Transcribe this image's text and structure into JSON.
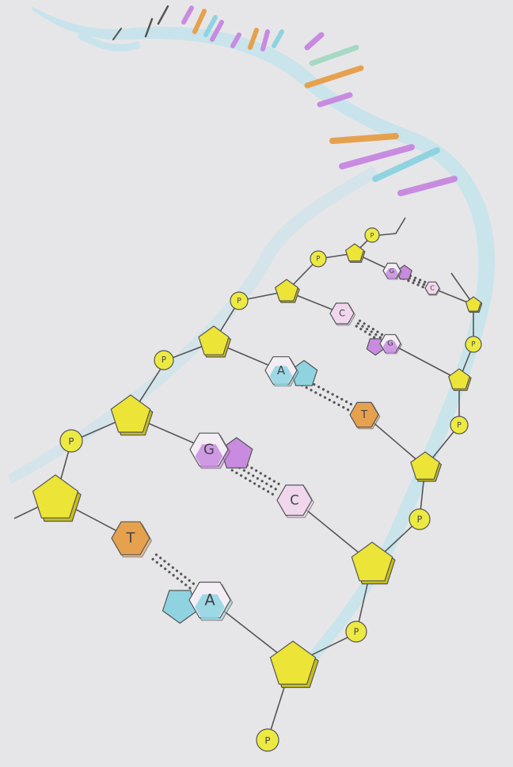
{
  "labels": {
    "phosphate": "P"
  },
  "colors": {
    "background": "#e6e6e8",
    "sugar": "#ece437",
    "sugar_shade": "#c7bf1e",
    "phosphate": "#ecea42",
    "adenine": "#8fd3e0",
    "thymine": "#e6a14e",
    "guanine": "#c88be0",
    "cytosine": "#f1d7ee",
    "ribbon": "#bfe3ec",
    "outline": "#555555"
  },
  "base_pairs": [
    {
      "left": "T",
      "right": "A",
      "left_icon": "thymine-hexagon-icon",
      "right_icon": "adenine-double-ring-icon"
    },
    {
      "left": "G",
      "right": "C",
      "left_icon": "guanine-double-ring-icon",
      "right_icon": "cytosine-hexagon-icon"
    },
    {
      "left": "A",
      "right": "T",
      "left_icon": "adenine-double-ring-icon",
      "right_icon": "thymine-hexagon-icon"
    },
    {
      "left": "C",
      "right": "G",
      "left_icon": "cytosine-hexagon-icon",
      "right_icon": "guanine-double-ring-icon"
    },
    {
      "left": "G",
      "right": "C",
      "left_icon": "guanine-double-ring-icon",
      "right_icon": "cytosine-hexagon-icon"
    }
  ]
}
